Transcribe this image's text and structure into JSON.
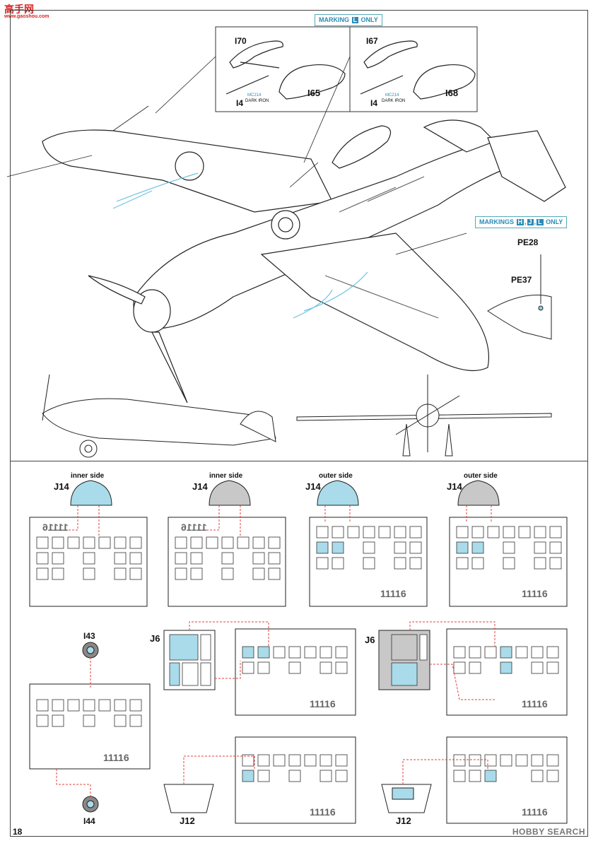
{
  "site_logo": {
    "text": "高手网",
    "sub": "www.gaoshou.com"
  },
  "top_badge": {
    "prefix": "MARKING",
    "letter": "L",
    "suffix": "ONLY"
  },
  "mid_badge": {
    "prefix": "MARKINGS",
    "letters": [
      "H",
      "J",
      "L"
    ],
    "suffix": "ONLY"
  },
  "parts": {
    "i70": "I70",
    "i67": "I67",
    "i4_left": "I4",
    "i4_right": "I4",
    "i65": "I65",
    "i68": "I68",
    "paint_code": "MC214",
    "paint_name": "DARK IRON",
    "pe28": "PE28",
    "pe37": "PE37",
    "i43": "I43",
    "i44": "I44",
    "j6_a": "J6",
    "j6_b": "J6",
    "j12_a": "J12",
    "j12_b": "J12",
    "j14_1": "J14",
    "j14_2": "J14",
    "j14_3": "J14",
    "j14_4": "J14"
  },
  "side_labels": {
    "inner1": "inner side",
    "inner2": "inner side",
    "outer1": "outer side",
    "outer2": "outer side"
  },
  "mask_numbers": {
    "mirrored": "11116",
    "normal": "11116"
  },
  "colors": {
    "accent": "#a9dbea",
    "accent_dark": "#2a8bb5",
    "red_dash": "#e04040",
    "grey_mask": "#c8c8c8"
  },
  "page_number": "18",
  "watermark": "HOBBY SEARCH"
}
